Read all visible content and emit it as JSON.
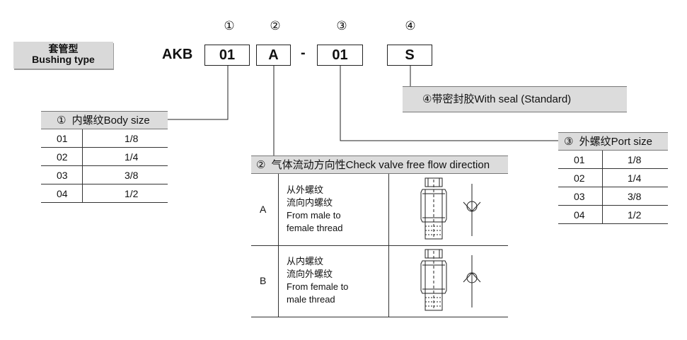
{
  "badge": {
    "line1": "套管型",
    "line2": "Bushing type"
  },
  "code": {
    "prefix": "AKB",
    "markers": [
      "①",
      "②",
      "③",
      "④"
    ],
    "boxes": [
      "01",
      "A",
      "01",
      "S"
    ],
    "dash": "-"
  },
  "body_size": {
    "header_marker": "①",
    "header": "内螺纹Body size",
    "rows": [
      {
        "code": "01",
        "size": "1/8"
      },
      {
        "code": "02",
        "size": "1/4"
      },
      {
        "code": "03",
        "size": "3/8"
      },
      {
        "code": "04",
        "size": "1/2"
      }
    ]
  },
  "flow": {
    "header_marker": "②",
    "header": "气体流动方向性Check valve free flow direction",
    "rows": [
      {
        "code": "A",
        "lines": [
          "从外螺纹",
          "流向内螺纹",
          "From male to",
          "female thread"
        ]
      },
      {
        "code": "B",
        "lines": [
          "从内螺纹",
          "流向外螺纹",
          "From female to",
          "male thread"
        ]
      }
    ]
  },
  "port_size": {
    "header_marker": "③",
    "header": "外螺纹Port size",
    "rows": [
      {
        "code": "01",
        "size": "1/8"
      },
      {
        "code": "02",
        "size": "1/4"
      },
      {
        "code": "03",
        "size": "3/8"
      },
      {
        "code": "04",
        "size": "1/2"
      }
    ]
  },
  "seal": {
    "marker": "④",
    "label": "带密封胶With seal (Standard)"
  }
}
